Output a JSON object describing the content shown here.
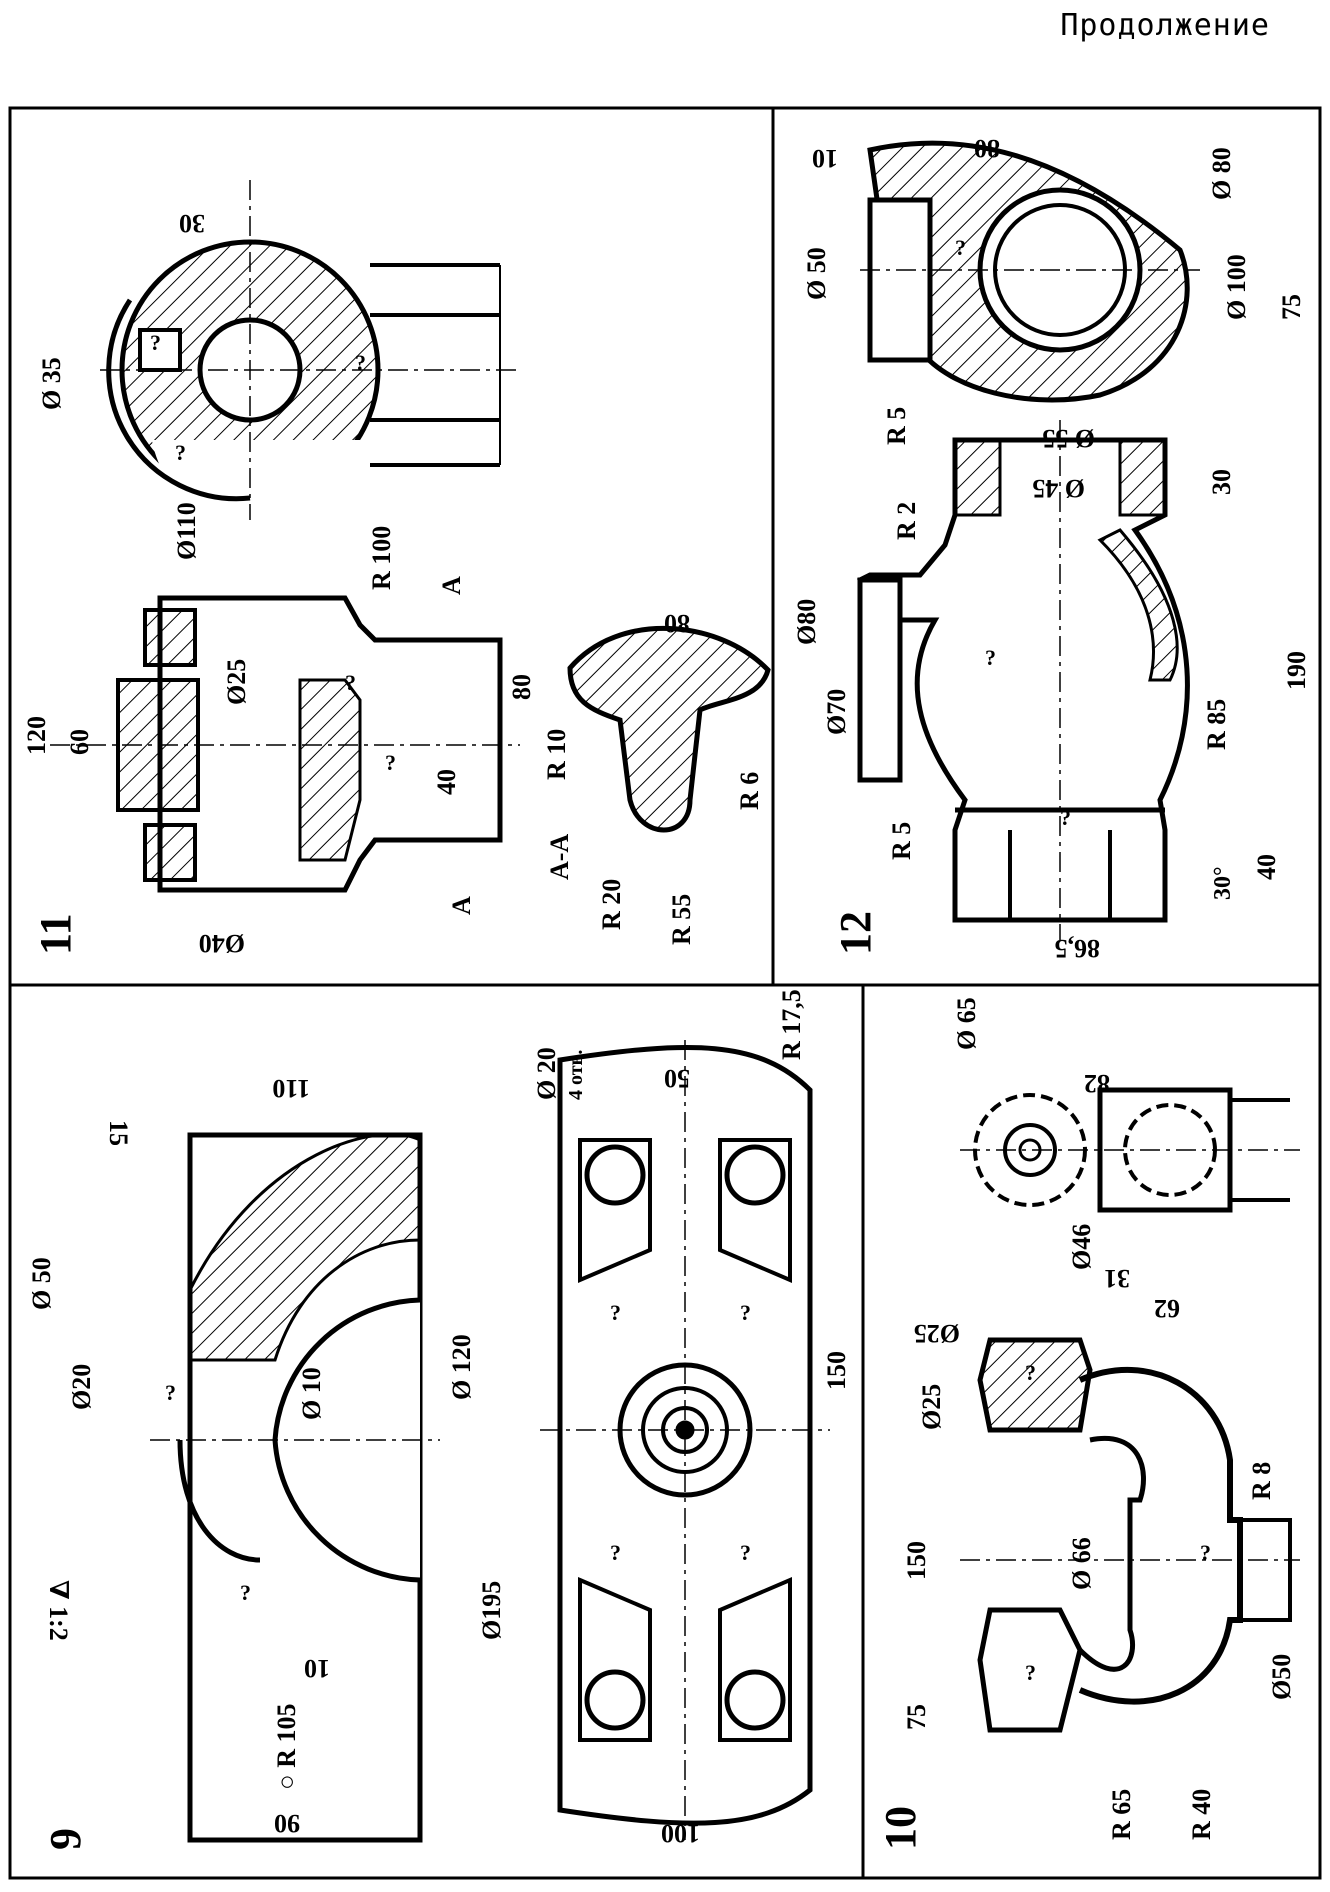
{
  "header": {
    "continuation_label": "Продолжение"
  },
  "panels": {
    "p9": {
      "number": "9",
      "dims": [
        "15",
        "110",
        "Ø 50",
        "Ø20",
        "Ø 10",
        "Ø 120",
        "∇ 1:2",
        "○ R 105",
        "10",
        "90",
        "Ø 20",
        "4 отв.",
        "50",
        "R 17,5",
        "150",
        "Ø195",
        "100"
      ]
    },
    "p10": {
      "number": "10",
      "dims": [
        "Ø 65",
        "82",
        "Ø46",
        "31",
        "62",
        "Ø25",
        "Ø25",
        "150",
        "Ø 66",
        "R 8",
        "Ø50",
        "75",
        "R 65",
        "R 40"
      ]
    },
    "p11": {
      "number": "11",
      "dims": [
        "30",
        "Ø 35",
        "Ø110",
        "R 100",
        "A",
        "120",
        "60",
        "Ø25",
        "80",
        "40",
        "Ø40",
        "A",
        "80",
        "R 10",
        "R 6",
        "A-A",
        "R 20",
        "R 55"
      ]
    },
    "p12": {
      "number": "12",
      "dims": [
        "10",
        "80",
        "Ø 80",
        "Ø 50",
        "Ø 100",
        "75",
        "R 5",
        "Ø 55",
        "Ø 45",
        "30",
        "R 2",
        "Ø80",
        "Ø70",
        "190",
        "R 85",
        "R 5",
        "30°",
        "40",
        "86,5"
      ]
    }
  },
  "unknown_mark": "?"
}
